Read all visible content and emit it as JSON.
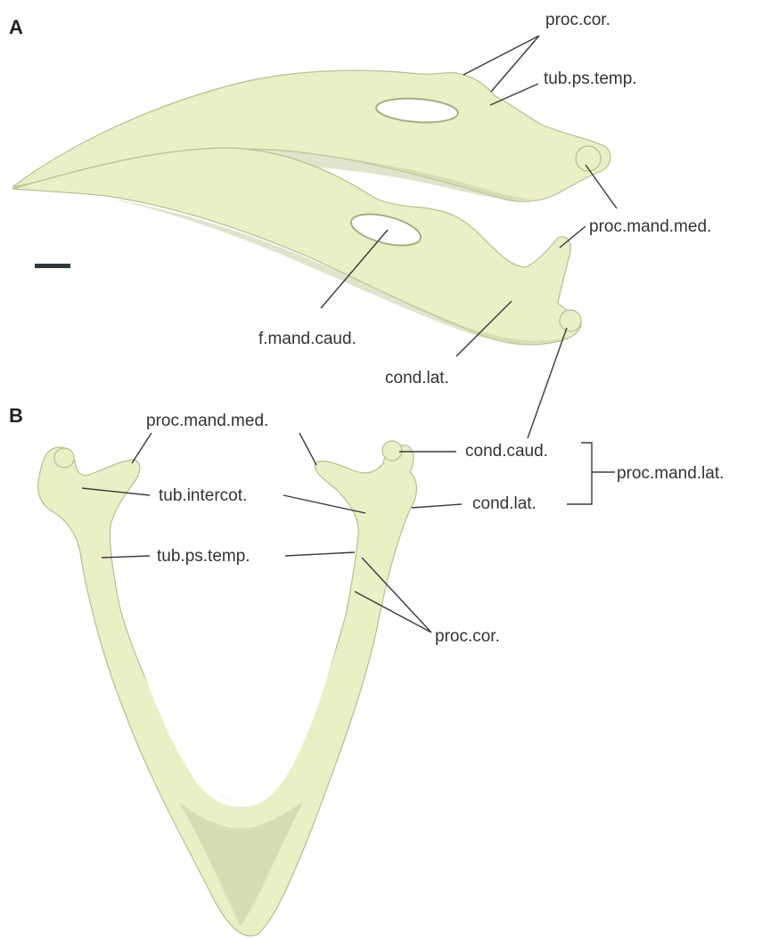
{
  "colors": {
    "bone": "#ebefc4",
    "bone_shadow": "#c9cda3",
    "bone_outline": "#b9bd93",
    "label_text": "#333333",
    "leader_line": "#3a3a3a",
    "scale_bar": "#2f3a3f",
    "background": "#ffffff"
  },
  "panels": {
    "a": {
      "letter": "A"
    },
    "b": {
      "letter": "B"
    }
  },
  "labels_a": {
    "proc_cor": "proc.cor.",
    "tub_ps_temp": "tub.ps.temp.",
    "proc_mand_med": "proc.mand.med.",
    "f_mand_caud": "f.mand.caud.",
    "cond_lat": "cond.lat."
  },
  "labels_b": {
    "proc_mand_med": "proc.mand.med.",
    "cond_caud": "cond.caud.",
    "proc_mand_lat": "proc.mand.lat.",
    "cond_lat": "cond.lat.",
    "tub_intercot": "tub.intercot.",
    "tub_ps_temp": "tub.ps.temp.",
    "proc_cor": "proc.cor."
  }
}
